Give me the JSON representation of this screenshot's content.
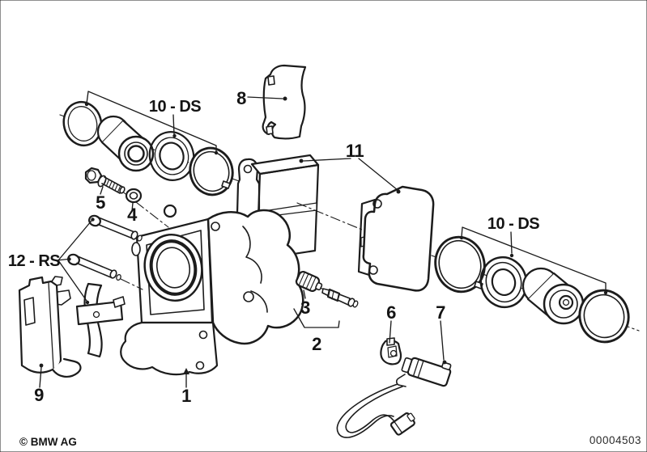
{
  "diagram": {
    "type": "exploded-parts-drawing",
    "subject": "brake caliper assembly",
    "colors": {
      "ink": "#1c1c1c",
      "background": "#ffffff"
    },
    "callouts": {
      "ds_left": "10 - DS",
      "ds_right": "10 - DS",
      "rs": "12 - RS",
      "n1": "1",
      "n2": "2",
      "n3": "3",
      "n4": "4",
      "n5": "5",
      "n6": "6",
      "n7": "7",
      "n8": "8",
      "n9": "9",
      "n11": "11"
    },
    "footer": {
      "copyright": "© BMW AG",
      "doc_number": "00004503"
    }
  }
}
